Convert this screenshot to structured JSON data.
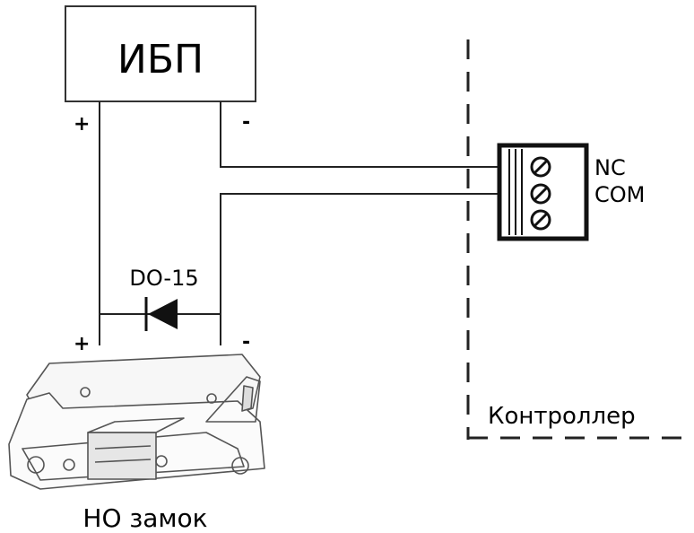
{
  "ups": {
    "label": "ИБП",
    "plus": "+",
    "minus": "-"
  },
  "diode": {
    "label": "DO-15"
  },
  "lock": {
    "label": "НО замок",
    "plus": "+",
    "minus": "-"
  },
  "terminal": {
    "nc_label": "NC",
    "com_label": "COM"
  },
  "controller": {
    "label": "Контроллер"
  }
}
